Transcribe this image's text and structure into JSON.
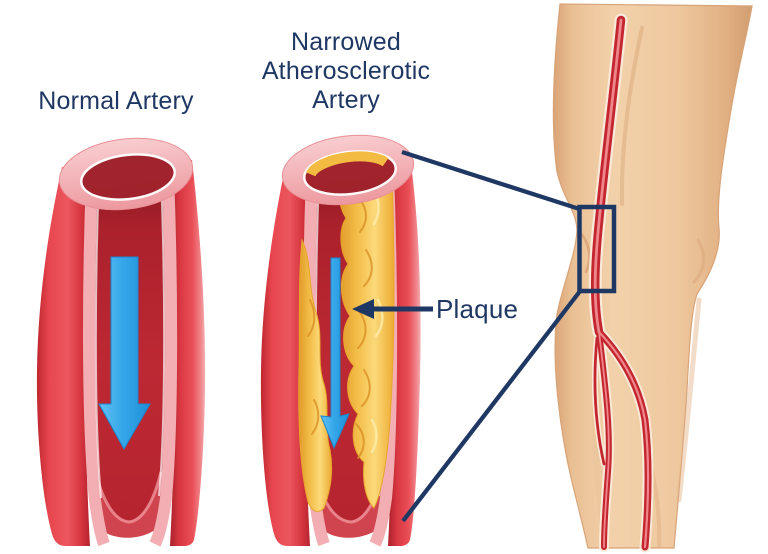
{
  "labels": {
    "normal_artery": "Normal Artery",
    "narrowed_artery": "Narrowed Atherosclerotic Artery",
    "plaque": "Plaque"
  },
  "palette": {
    "label_navy": "#1f3763",
    "artery_red": "#e0404a",
    "artery_rim_pink": "#f2aeb2",
    "lumen_red": "#b32530",
    "plaque_yellow": "#f5c24c",
    "flow_arrow_blue": "#36a6e8",
    "skin_tone": "#eec79d",
    "background": "#ffffff"
  }
}
